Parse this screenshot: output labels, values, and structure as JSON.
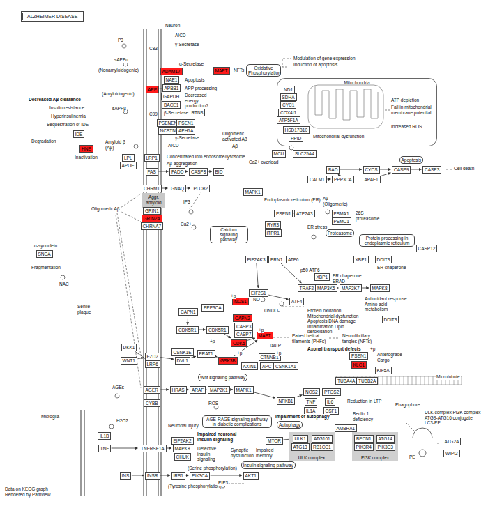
{
  "diagram": {
    "title": "ALZHEIMER DISEASE",
    "nodes": [
      {
        "text": [
          "ADAM17"
        ]
      },
      {
        "text": [
          "APP"
        ]
      },
      {
        "text": [
          "NAE1"
        ]
      },
      {
        "text": [
          "APBB1"
        ]
      },
      {
        "text": [
          "GAPDH"
        ]
      },
      {
        "text": [
          "BACE1"
        ]
      },
      {
        "text": [
          "RTN3"
        ]
      },
      {
        "text": [
          "PSENEN"
        ]
      },
      {
        "text": [
          "PSEN1"
        ]
      },
      {
        "text": [
          "NCSTN"
        ]
      },
      {
        "text": [
          "APH1A"
        ]
      },
      {
        "text": [
          "MAPT"
        ]
      },
      {
        "text": [
          "Oxidative Phosphorylation"
        ]
      },
      {
        "text": [
          "Mitochondria"
        ]
      },
      {
        "text": [
          "ND1"
        ],
        "in": 13
      },
      {
        "text": [
          "SDHA"
        ],
        "in": 13
      },
      {
        "text": [
          "CYC1"
        ],
        "in": 13
      },
      {
        "text": [
          "COX4I1"
        ],
        "in": 13
      },
      {
        "text": [
          "ATP5F1A"
        ],
        "in": 13
      },
      {
        "text": [
          "HSD17B10"
        ],
        "in": 13
      },
      {
        "text": [
          "PPID"
        ],
        "in": 13
      },
      {
        "text": [
          "MCU"
        ]
      },
      {
        "text": [
          "SLC25A4"
        ]
      },
      {
        "text": [
          "IDE"
        ]
      },
      {
        "text": [
          "HNE"
        ]
      },
      {
        "text": [
          "LPL"
        ]
      },
      {
        "text": [
          "APOE"
        ]
      },
      {
        "text": [
          "LRP1"
        ]
      },
      {
        "text": [
          "FAS"
        ]
      },
      {
        "text": [
          "FADD"
        ]
      },
      {
        "text": [
          "CASP8"
        ]
      },
      {
        "text": [
          "BID"
        ]
      },
      {
        "text": [
          "CHRM1"
        ]
      },
      {
        "text": [
          "GNAQ"
        ]
      },
      {
        "text": [
          "PLCB2"
        ]
      },
      {
        "text": [
          "GRIN1"
        ]
      },
      {
        "text": [
          "GRIN2A"
        ]
      },
      {
        "text": [
          "CHRNA7"
        ]
      },
      {
        "text": [
          "MAPK1"
        ]
      },
      {
        "text": [
          "BAD"
        ]
      },
      {
        "text": [
          "CYCS"
        ]
      },
      {
        "text": [
          "CASP9"
        ]
      },
      {
        "text": [
          "CASP3"
        ]
      },
      {
        "text": [
          "CALM1"
        ]
      },
      {
        "text": [
          "PPP3CA"
        ]
      },
      {
        "text": [
          "APAF1"
        ]
      },
      {
        "text": [
          "Apoptosis"
        ]
      },
      {
        "text": [
          "PSEN1"
        ]
      },
      {
        "text": [
          "ATP2A3"
        ]
      },
      {
        "text": [
          "PSMA1"
        ]
      },
      {
        "text": [
          "PSMC1"
        ]
      },
      {
        "text": [
          "Proteasome"
        ]
      },
      {
        "text": [
          "RYR3"
        ]
      },
      {
        "text": [
          "ITPR1"
        ]
      },
      {
        "text": [
          "Calcium signaling pathway"
        ]
      },
      {
        "text": [
          "Protein processing in endoplasmic reticulum"
        ]
      },
      {
        "text": [
          "CASP12"
        ]
      },
      {
        "text": [
          "EIF2AK3"
        ]
      },
      {
        "text": [
          "ERN1"
        ]
      },
      {
        "text": [
          "ATF6"
        ]
      },
      {
        "text": [
          "XBP1"
        ]
      },
      {
        "text": [
          "DDIT3"
        ]
      },
      {
        "text": [
          "XBP1"
        ]
      },
      {
        "text": [
          "TRAF2"
        ]
      },
      {
        "text": [
          "MAP3K5"
        ]
      },
      {
        "text": [
          "MAP2K7"
        ]
      },
      {
        "text": [
          "MAPK8"
        ]
      },
      {
        "text": [
          "EIF2S1"
        ]
      },
      {
        "text": [
          "ATF4"
        ]
      },
      {
        "text": [
          "DDIT3"
        ]
      },
      {
        "text": [
          "NOS1"
        ]
      },
      {
        "text": [
          "CAPN1"
        ]
      },
      {
        "text": [
          "PPP3CA"
        ]
      },
      {
        "text": [
          "CAPN2"
        ]
      },
      {
        "text": [
          "CASP3"
        ]
      },
      {
        "text": [
          "CASP7"
        ]
      },
      {
        "text": [
          "CDK5R1"
        ]
      },
      {
        "text": [
          "CDK5R1"
        ]
      },
      {
        "text": [
          "CDK5"
        ]
      },
      {
        "text": [
          "MAPT"
        ]
      },
      {
        "text": [
          "DKK1"
        ]
      },
      {
        "text": [
          "WNT1"
        ]
      },
      {
        "text": [
          "FZD2"
        ]
      },
      {
        "text": [
          "LRP6"
        ]
      },
      {
        "text": [
          "CSNK1E"
        ]
      },
      {
        "text": [
          "DVL1"
        ]
      },
      {
        "text": [
          "FRAT1"
        ]
      },
      {
        "text": [
          "GSK3B"
        ]
      },
      {
        "text": [
          "CTNNB1"
        ]
      },
      {
        "text": [
          "AXIN1"
        ]
      },
      {
        "text": [
          "APC"
        ]
      },
      {
        "text": [
          "CSNK1A1"
        ]
      },
      {
        "text": [
          "Wnt signaling pathway"
        ]
      },
      {
        "text": [
          "PSEN1"
        ]
      },
      {
        "text": [
          "KLC1"
        ]
      },
      {
        "text": [
          "KIF5A"
        ]
      },
      {
        "text": [
          "TUBA4A"
        ]
      },
      {
        "text": [
          "TUBB2A"
        ]
      },
      {
        "text": [
          "AGER"
        ]
      },
      {
        "text": [
          "HRAS"
        ]
      },
      {
        "text": [
          "ARAF"
        ]
      },
      {
        "text": [
          "MAP2K1"
        ]
      },
      {
        "text": [
          "MAPK1"
        ]
      },
      {
        "text": [
          "CYBB"
        ]
      },
      {
        "text": [
          "NOS2"
        ]
      },
      {
        "text": [
          "PTGS2"
        ]
      },
      {
        "text": [
          "NFKB1"
        ]
      },
      {
        "text": [
          "TNF"
        ]
      },
      {
        "text": [
          "IL6"
        ]
      },
      {
        "text": [
          "IL1A"
        ]
      },
      {
        "text": [
          "CSF1"
        ]
      },
      {
        "text": [
          "AGE-RAGE signaling pathway in diabetic complications"
        ]
      },
      {
        "text": [
          "IL1B"
        ]
      },
      {
        "text": [
          "TNF"
        ]
      },
      {
        "text": [
          "TNFRSF1A"
        ]
      },
      {
        "text": [
          "EIF2AK2"
        ]
      },
      {
        "text": [
          "MAPK8"
        ]
      },
      {
        "text": [
          "CHUK"
        ]
      },
      {
        "text": [
          "INS"
        ]
      },
      {
        "text": [
          "INSR"
        ]
      },
      {
        "text": [
          "IRS1"
        ]
      },
      {
        "text": [
          "PIK3CA"
        ]
      },
      {
        "text": [
          "AKT1"
        ]
      },
      {
        "text": [
          "MTOR"
        ]
      },
      {
        "text": [
          "Insulin signaling pathway"
        ]
      },
      {
        "text": [
          "Autophagy"
        ]
      },
      {
        "text": [
          "ULK complex"
        ]
      },
      {
        "text": [
          "ULK1"
        ],
        "in": 126
      },
      {
        "text": [
          "ATG101"
        ],
        "in": 126
      },
      {
        "text": [
          "ATG13"
        ],
        "in": 126
      },
      {
        "text": [
          "RB1CC1"
        ],
        "in": 126
      },
      {
        "text": [
          "AMBRA1"
        ]
      },
      {
        "text": [
          "PI3K complex"
        ]
      },
      {
        "text": [
          "BECN1"
        ],
        "in": 132
      },
      {
        "text": [
          "ATG14"
        ],
        "in": 132
      },
      {
        "text": [
          "PIK3R4"
        ],
        "in": 132
      },
      {
        "text": [
          "PIK3C3"
        ],
        "in": 132
      },
      {
        "text": [
          "ATG2A"
        ]
      },
      {
        "text": [
          "WIPI2"
        ]
      },
      {
        "text": [
          "SNCA"
        ]
      }
    ],
    "edges": [
      {
        "from": 1,
        "to": 3,
        "arrow": "none"
      },
      {
        "from": 28,
        "to": 29,
        "arrow": "to"
      },
      {
        "from": 29,
        "to": 30,
        "arrow": "to"
      },
      {
        "from": 30,
        "to": 31,
        "arrow": "to"
      },
      {
        "from": 32,
        "to": 33,
        "arrow": "to"
      },
      {
        "from": 33,
        "to": 34,
        "arrow": "to"
      },
      {
        "from": 39,
        "to": 40,
        "arrow": "to"
      },
      {
        "from": 40,
        "to": 41,
        "arrow": "to"
      },
      {
        "from": 41,
        "to": 42,
        "arrow": "to"
      },
      {
        "from": 45,
        "to": 41,
        "arrow": "to"
      },
      {
        "from": 43,
        "to": 44,
        "arrow": "to"
      },
      {
        "from": 44,
        "to": 39,
        "arrow": "to"
      },
      {
        "from": 47,
        "to": 48,
        "arrow": "none"
      },
      {
        "from": 57,
        "to": 67,
        "arrow": "to"
      },
      {
        "from": 67,
        "to": 68,
        "arrow": "to"
      },
      {
        "from": 58,
        "to": 63,
        "arrow": "to"
      },
      {
        "from": 63,
        "to": 64,
        "arrow": "to"
      },
      {
        "from": 64,
        "to": 65,
        "arrow": "to"
      },
      {
        "from": 65,
        "to": 66,
        "arrow": "to"
      },
      {
        "from": 71,
        "to": 76,
        "arrow": "to"
      },
      {
        "from": 76,
        "to": 77,
        "arrow": "to"
      },
      {
        "from": 77,
        "to": 78,
        "arrow": "to"
      },
      {
        "from": 78,
        "to": 79,
        "arrow": "to"
      },
      {
        "from": 87,
        "to": 79,
        "arrow": "to"
      },
      {
        "from": 81,
        "to": 82,
        "arrow": "to"
      },
      {
        "from": 80,
        "to": 83,
        "arrow": "none"
      },
      {
        "from": 82,
        "to": 85,
        "arrow": "to"
      },
      {
        "from": 85,
        "to": 86,
        "arrow": "to"
      },
      {
        "from": 86,
        "to": 87,
        "arrow": "to"
      },
      {
        "from": 98,
        "to": 99,
        "arrow": "to"
      },
      {
        "from": 99,
        "to": 100,
        "arrow": "to"
      },
      {
        "from": 100,
        "to": 101,
        "arrow": "to"
      },
      {
        "from": 101,
        "to": 102,
        "arrow": "to"
      },
      {
        "from": 102,
        "to": 106,
        "arrow": "to"
      },
      {
        "from": 106,
        "to": 104,
        "arrow": "to"
      },
      {
        "from": 113,
        "to": 114,
        "arrow": "to"
      },
      {
        "from": 114,
        "to": 116,
        "arrow": "to"
      },
      {
        "from": 118,
        "to": 119,
        "arrow": "to"
      },
      {
        "from": 119,
        "to": 120,
        "arrow": "to"
      },
      {
        "from": 120,
        "to": 121,
        "arrow": "to"
      },
      {
        "from": 121,
        "to": 122,
        "arrow": "to"
      },
      {
        "from": 123,
        "to": 127,
        "arrow": "none"
      },
      {
        "from": 131,
        "to": 133,
        "arrow": "to"
      }
    ],
    "labels": [
      "Neuron",
      "P3",
      "AICD",
      "γ-Secretase",
      "sAPPα",
      "α-Secretase",
      "(Nonamyloidogenic)",
      "Apoptosis",
      "APP processing",
      "Decreased energy production?",
      "(Amyloidogenic)",
      "sAPPβ",
      "β-Secretase",
      "C83",
      "C99",
      "γ-Secretase",
      "AICD",
      "NFTs",
      "Modulation of gene expression",
      "Induction of apoptosis",
      "Decreased Aβ clearance",
      "Insulin resistance",
      "Hyperinsulinemia",
      "Sequestration of IDE",
      "Degradation",
      "Inactivation",
      "Amyloid β (Aβ)",
      "Concentrated into endosome/lysosome",
      "Aβ aggregation",
      "Oligomeric activated Aβ",
      "Aβ",
      "Ca2+ overload",
      "Mitochondrial dysfunction",
      "ATP depletion",
      "Fall in mitochondrial membrane potential",
      "Increased ROS",
      "Cell death",
      "Oligomeric Aβ",
      "Aggr. amyloid",
      "α-synuclein",
      "Fragmentation",
      "NAC",
      "Senile plaque",
      "IP3",
      "Ca2+",
      "Endoplasmic reticulum (ER)",
      "Aβ (Oligomeric)",
      "26S proteasome",
      "ER stress",
      "p50 ATF6",
      "ER chaperone",
      "ER chaperone ERAD",
      "Antioxidant response Amino acid metabolism",
      "Protein oxidation Mitochondrial dysfunction Apoptosis DNA damage Inflammation Lipid peroxidation",
      "NO",
      "ONOO-",
      "Paired helical filaments (PHFs)",
      "Neurofibrillary tangles (NFTs)",
      "Axonal transport defects",
      "Anterograde Cargo",
      "Microtubule",
      "AGEs",
      "ROS",
      "H2O2",
      "Neuronal injury",
      "Microglia",
      "Reduction in LTP",
      "Impaired neuronal insulin signaling",
      "Defective insulin signaling",
      "Synaptic dysfunction",
      "Impaired memory",
      "(Serine phosphorylation)",
      "(Tyrosine phosphorylation)",
      "PIP3",
      "Impairment of autophagy",
      "Beclin 1 deficiency",
      "Phagophore",
      "ULK complex PI3K complex ATG9-ATG16 conjugate LC3-PE",
      "PE",
      "Data on KEGG graph Rendered by Pathview",
      "Tau-P",
      "+p",
      "+p",
      "+p",
      "+p",
      "+p",
      "+p"
    ]
  }
}
